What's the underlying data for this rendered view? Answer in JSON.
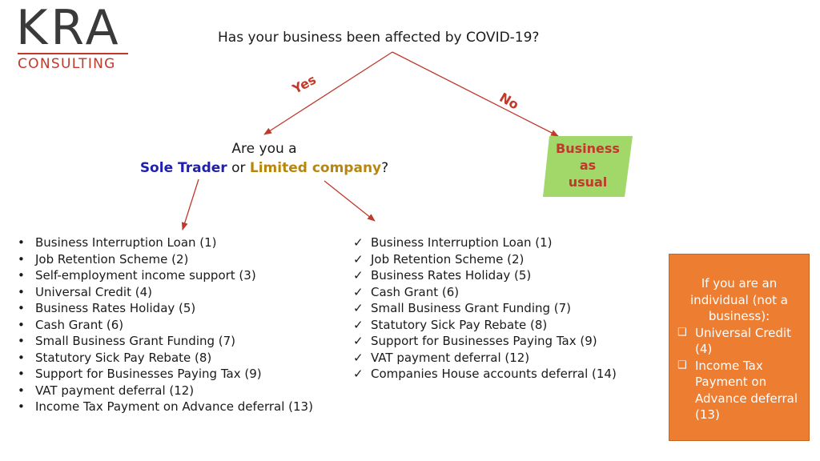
{
  "logo": {
    "main": "KRA",
    "sub": "CONSULTING"
  },
  "colors": {
    "accent": "#c0392b",
    "blue": "#1f1fb0",
    "gold": "#b8860b",
    "green": "#92d050",
    "orange": "#ed7d31"
  },
  "question_top": "Has your business been affected by COVID-19?",
  "branches": {
    "yes": "Yes",
    "no": "No"
  },
  "question_two": {
    "line1": "Are you a",
    "sole_trader": "Sole Trader",
    "or": "or",
    "limited": "Limited company",
    "qmark": "?"
  },
  "business_as_usual": [
    "Business",
    "as",
    "usual"
  ],
  "sole_trader_list": {
    "bullet": "•",
    "items": [
      "Business Interruption Loan (1)",
      "Job Retention Scheme (2)",
      "Self-employment income support (3)",
      "Universal Credit (4)",
      "Business Rates Holiday (5)",
      "Cash Grant (6)",
      "Small Business Grant Funding (7)",
      "Statutory Sick Pay Rebate (8)",
      "Support for Businesses Paying Tax (9)",
      "VAT payment deferral (12)",
      "Income Tax Payment on Advance deferral (13)"
    ]
  },
  "limited_list": {
    "bullet": "✓",
    "items": [
      "Business Interruption Loan (1)",
      "Job Retention Scheme (2)",
      "Business Rates Holiday (5)",
      "Cash Grant (6)",
      "Small Business Grant Funding (7)",
      "Statutory Sick Pay Rebate (8)",
      "Support for Businesses Paying Tax (9)",
      "VAT payment deferral (12)",
      "Companies House accounts deferral (14)"
    ]
  },
  "individual_box": {
    "heading": "If you are an individual (not a business):",
    "bullet": "❑",
    "items": [
      "Universal Credit (4)",
      "Income Tax Payment on Advance deferral (13)"
    ]
  }
}
